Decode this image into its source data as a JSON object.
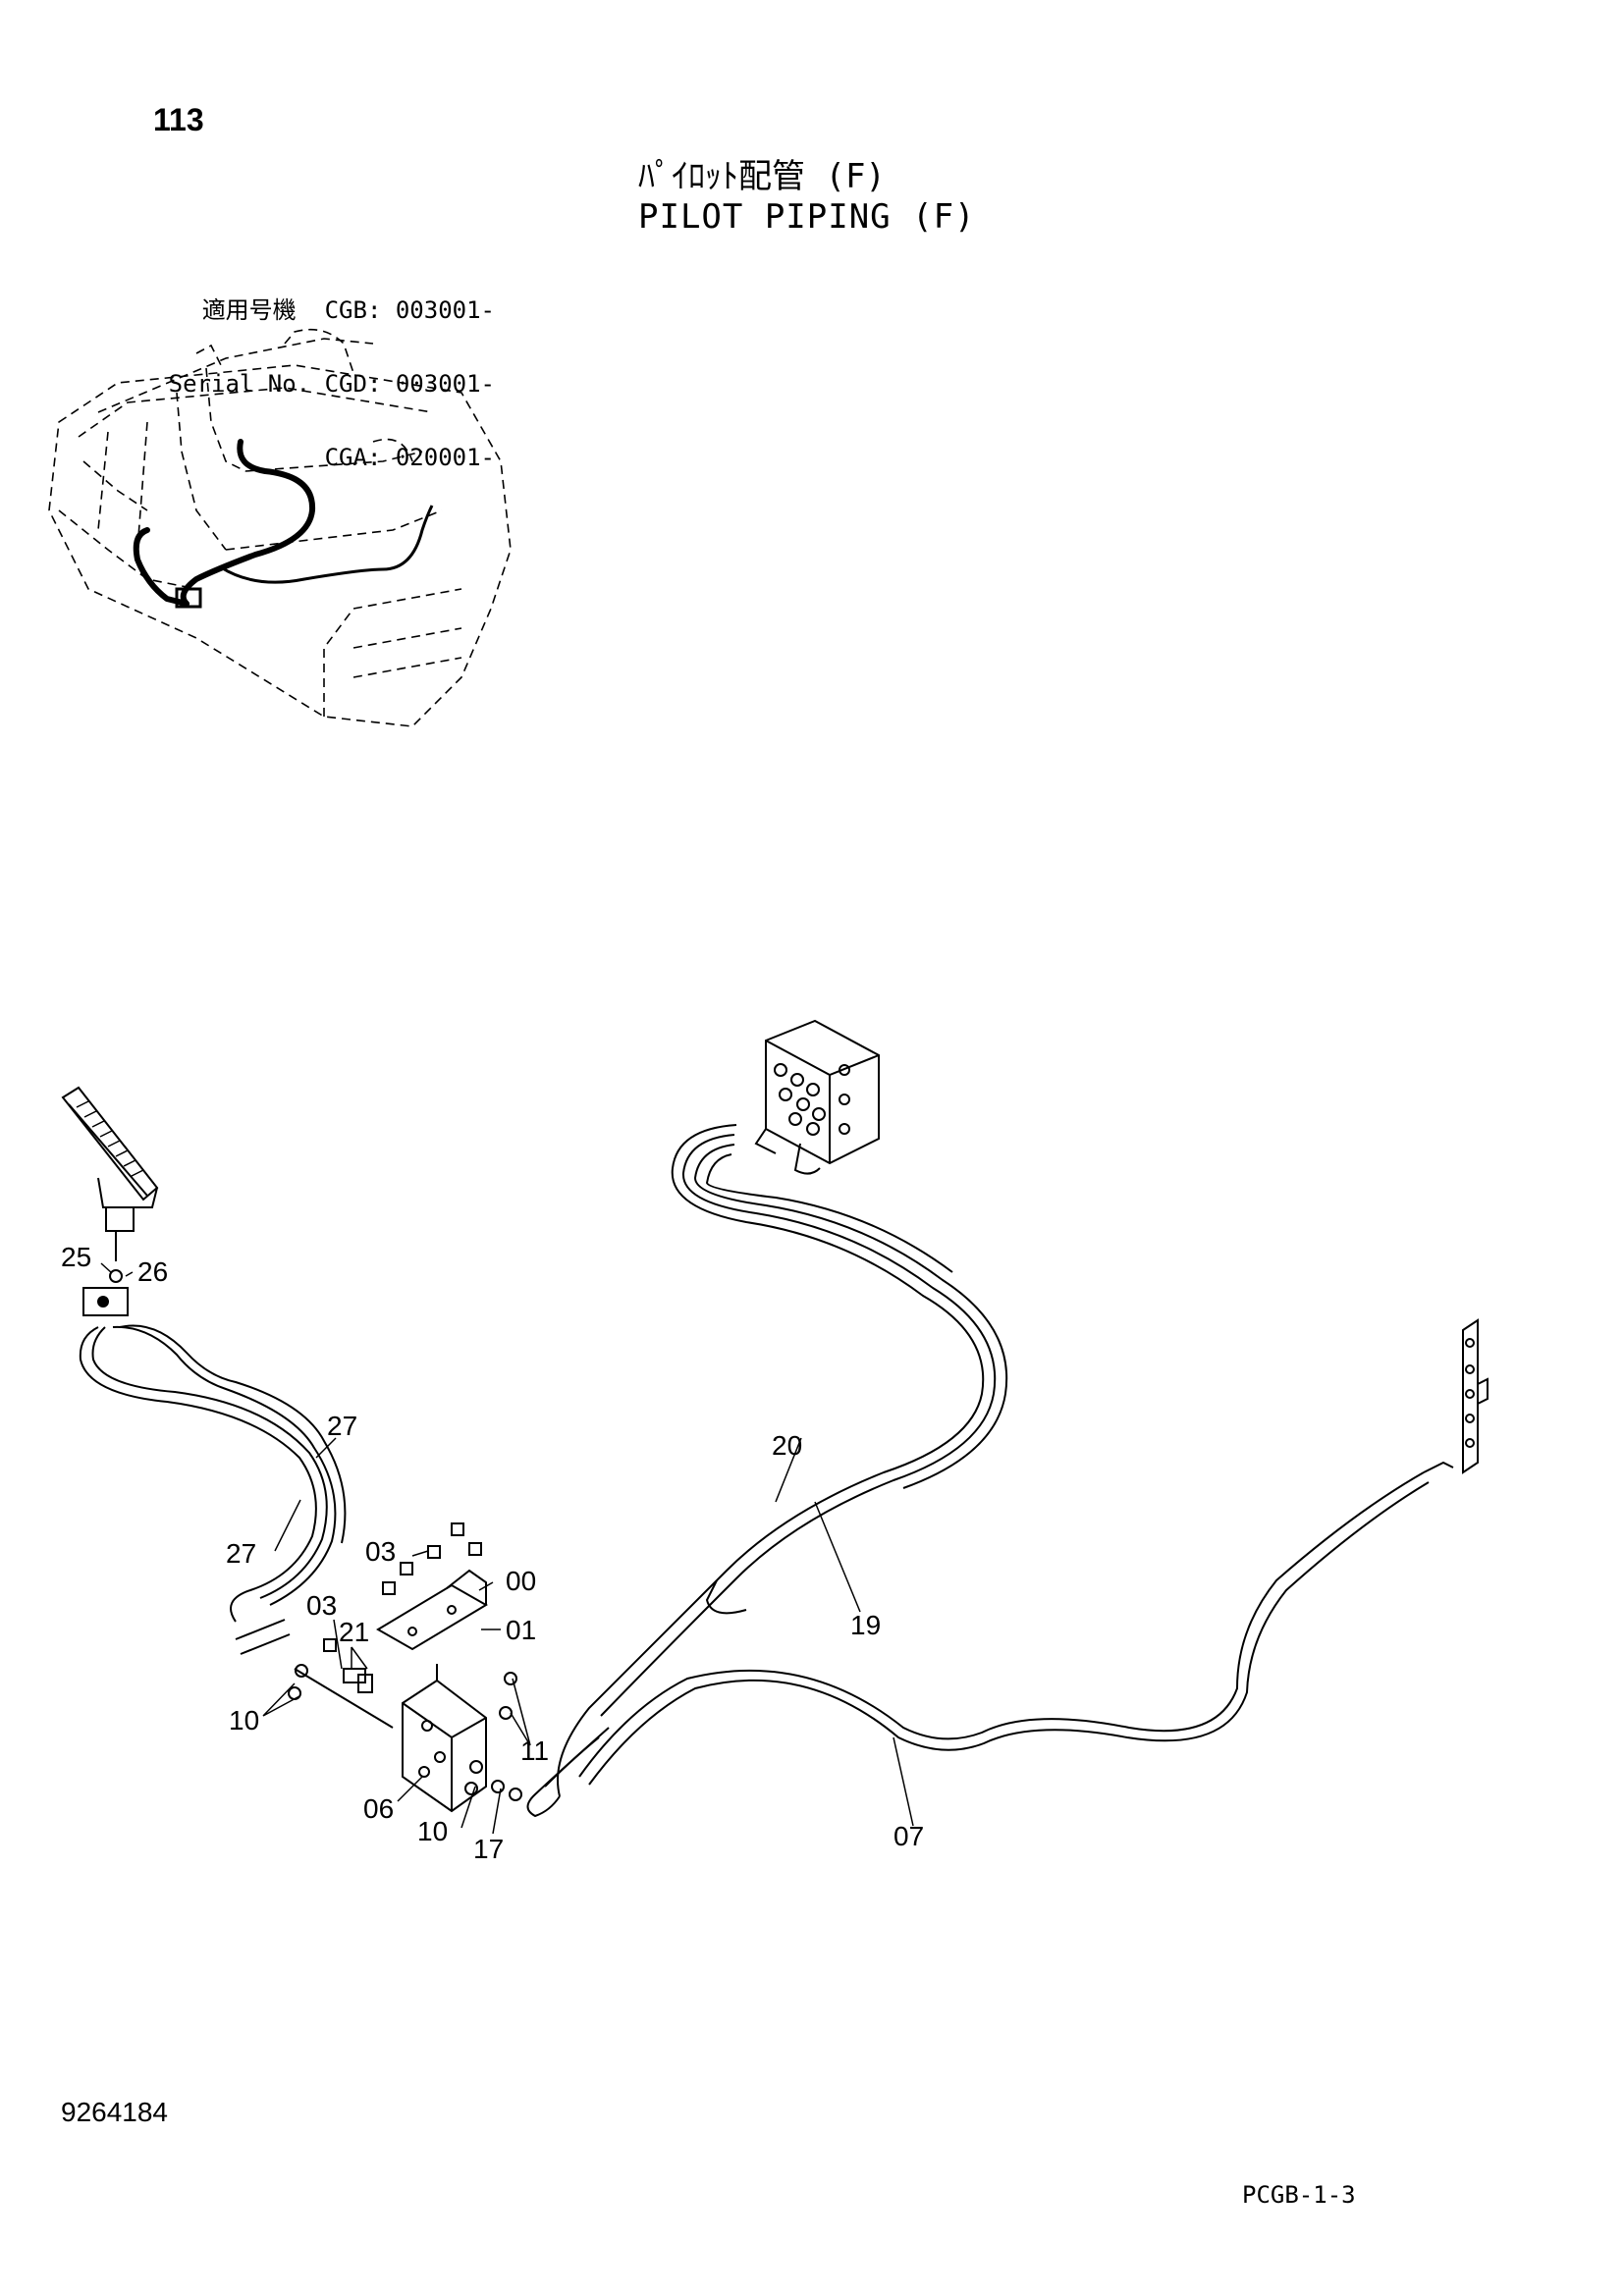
{
  "page_number": "113",
  "title_jp": "ﾊﾟｲﾛｯﾄ配管 (F)",
  "title_en": "PILOT PIPING (F)",
  "serial": {
    "label_jp": "適用号機",
    "label_en": "Serial No.",
    "rows": [
      {
        "model": "CGB:",
        "number": "003001-"
      },
      {
        "model": "CGD:",
        "number": "003001-"
      },
      {
        "model": "CGA:",
        "number": "020001-"
      }
    ]
  },
  "callouts": [
    "25",
    "26",
    "27",
    "27",
    "03",
    "00",
    "03",
    "21",
    "01",
    "10",
    "11",
    "06",
    "10",
    "17",
    "20",
    "19",
    "07"
  ],
  "document_number": "9264184",
  "page_code": "PCGB-1-3"
}
